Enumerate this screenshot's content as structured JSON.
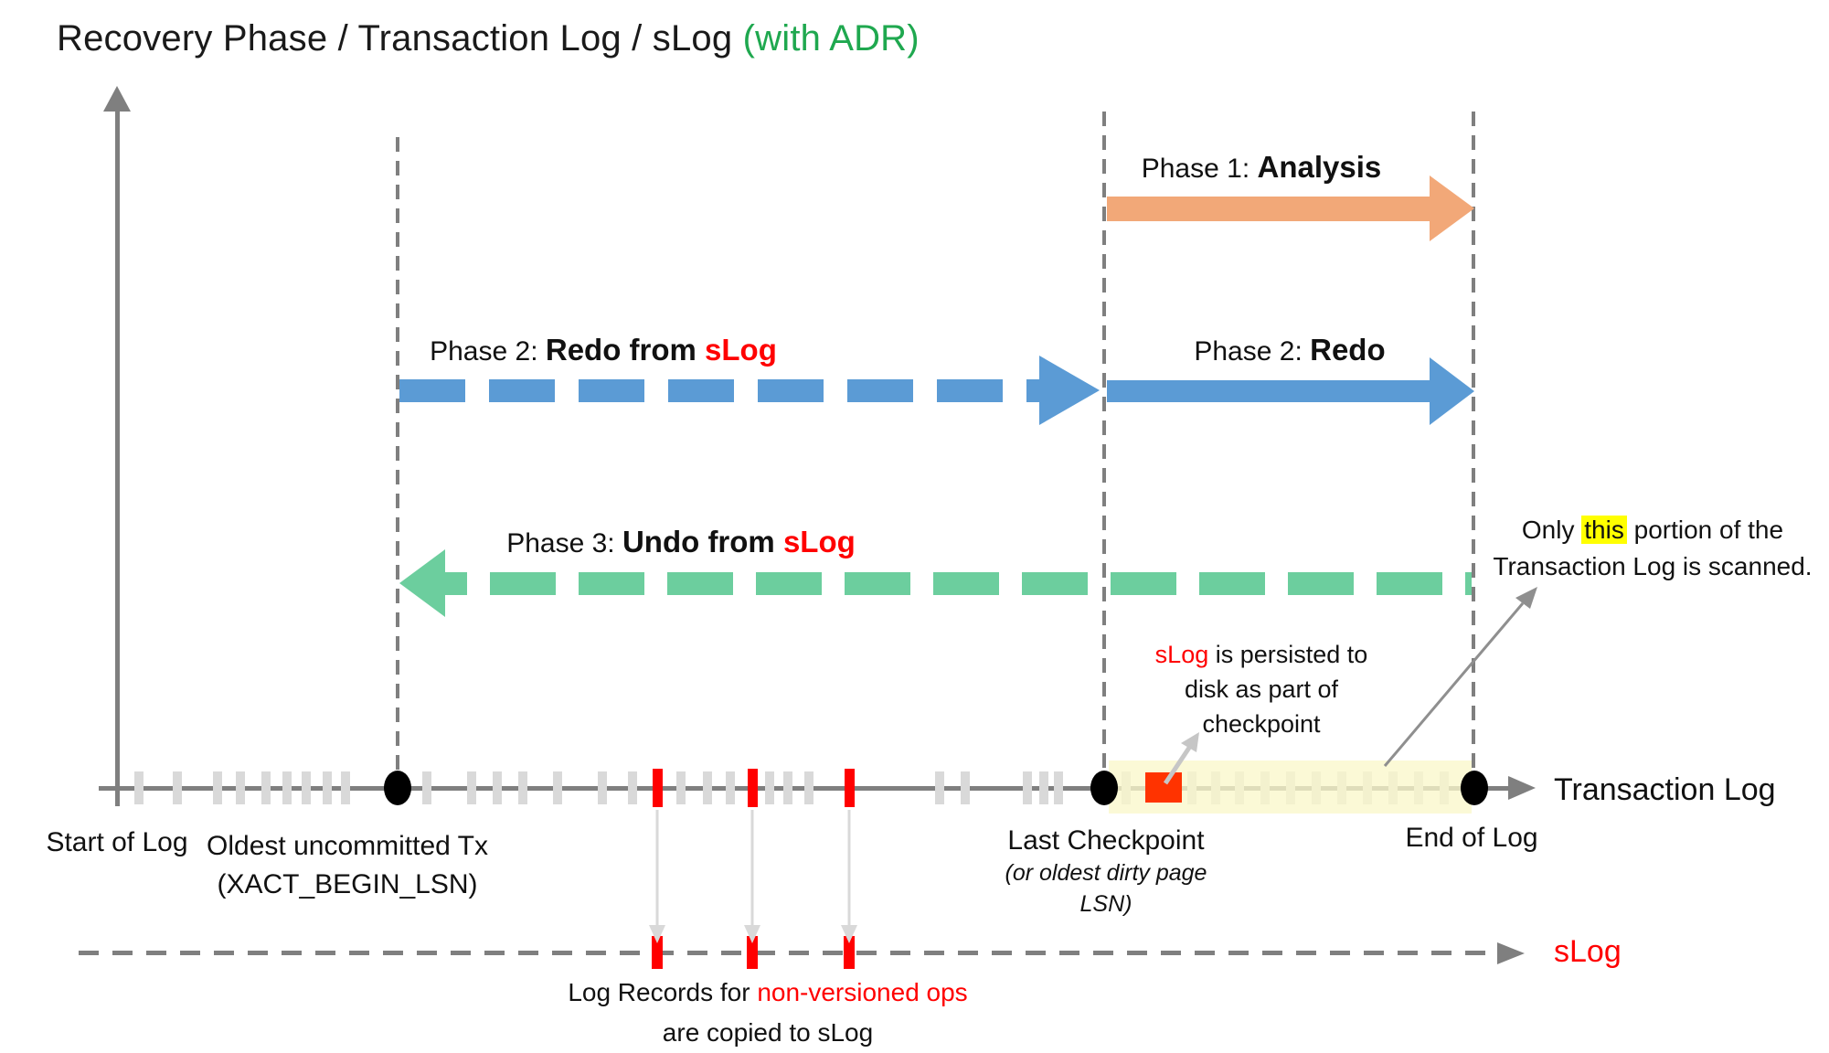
{
  "title": {
    "black": "Recovery Phase / Transaction Log / sLog ",
    "green": "(with ADR)"
  },
  "phases": {
    "p1": {
      "prefix": "Phase 1: ",
      "name": "Analysis"
    },
    "p2_slog": {
      "prefix": "Phase 2: ",
      "name": "Redo from ",
      "red": "sLog"
    },
    "p2": {
      "prefix": "Phase 2: ",
      "name": "Redo"
    },
    "p3": {
      "prefix": "Phase 3: ",
      "name": "Undo from ",
      "red": "sLog"
    }
  },
  "labels": {
    "start_of_log": "Start of Log",
    "oldest_tx_line1": "Oldest uncommitted Tx",
    "oldest_tx_line2": "(XACT_BEGIN_LSN)",
    "last_checkpoint": "Last Checkpoint",
    "last_checkpoint_sub1": "(or oldest dirty page",
    "last_checkpoint_sub2": "LSN)",
    "end_of_log": "End of Log",
    "transaction_log": "Transaction Log",
    "slog": "sLog"
  },
  "annotations": {
    "persisted": {
      "l1_red": "sLog",
      "l1_rest": " is persisted to",
      "l2": "disk as part of",
      "l3": "checkpoint"
    },
    "scanned": {
      "l1_pre": "Only ",
      "l1_highlight": "this",
      "l1_post": " portion of the",
      "l2": "Transaction Log is scanned."
    },
    "copied": {
      "l1_black": "Log Records for ",
      "l1_red": "non-versioned ops",
      "l2": "are copied to sLog"
    }
  },
  "ticks": {
    "gray": [
      152,
      194,
      238,
      263,
      291,
      314,
      335,
      358,
      378,
      467,
      516,
      544,
      572,
      610,
      659,
      692,
      745,
      774,
      799,
      842,
      862,
      885,
      1028,
      1056,
      1124,
      1142,
      1158,
      1232,
      1304,
      1330,
      1356,
      1384,
      1412,
      1440,
      1468,
      1496,
      1524,
      1552,
      1580
    ],
    "red": [
      719,
      823,
      929
    ],
    "slog_red": [
      719,
      823,
      929
    ]
  },
  "colors": {
    "gray": "#7f7f7f",
    "light_gray": "#d9d9d9",
    "blue": "#5b9bd5",
    "green": "#6cce9e",
    "orange": "#f2a878",
    "red": "#ff0000",
    "red_square": "#ff3300",
    "band": "rgba(250,247,203,0.78)",
    "highlight": "#ffff00",
    "title_green": "#1fa84f",
    "connector_gray": "#d9d9d9",
    "annotation_arrow_gray": "#8f8f8f",
    "persisted_arrow_gray": "#c6c6c6"
  }
}
